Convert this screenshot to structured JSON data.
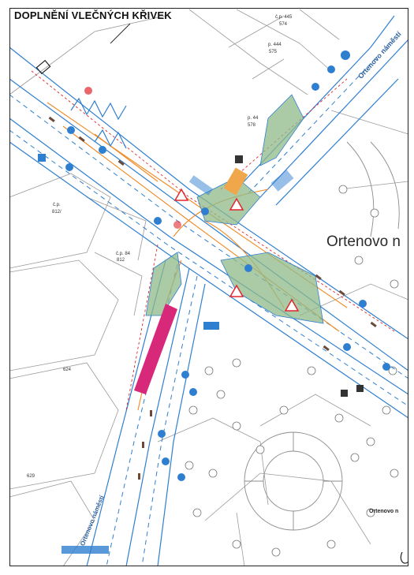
{
  "title": "DOPLNĚNÍ VLEČNÝCH KŘIVEK",
  "labels": {
    "square_main": "Ortenovo n",
    "street_top": "Ortenovo náměstí",
    "street_bottom_left": "Ortenovo náměstí",
    "street_bottom_right": "Ortenovo n"
  },
  "parcels": {
    "p445": "č.p. 445",
    "p445b": "574",
    "p444": "p. 444",
    "p444b": "575",
    "p44": "p. 44",
    "p44b": "578",
    "p812": "č.p.",
    "p812b": "812/",
    "p622": "č.p. 84",
    "p622b": "812",
    "p624": "624",
    "p629": "629"
  },
  "colors": {
    "road_blue": "#2f7fd0",
    "kerb_blue": "#1f68c0",
    "annotation_orange": "#f08a24",
    "annotation_red": "#e0262e",
    "green_area": "#8fb98a",
    "magenta_lane": "#d8287a",
    "cadastre_line": "#8a8a8a"
  }
}
